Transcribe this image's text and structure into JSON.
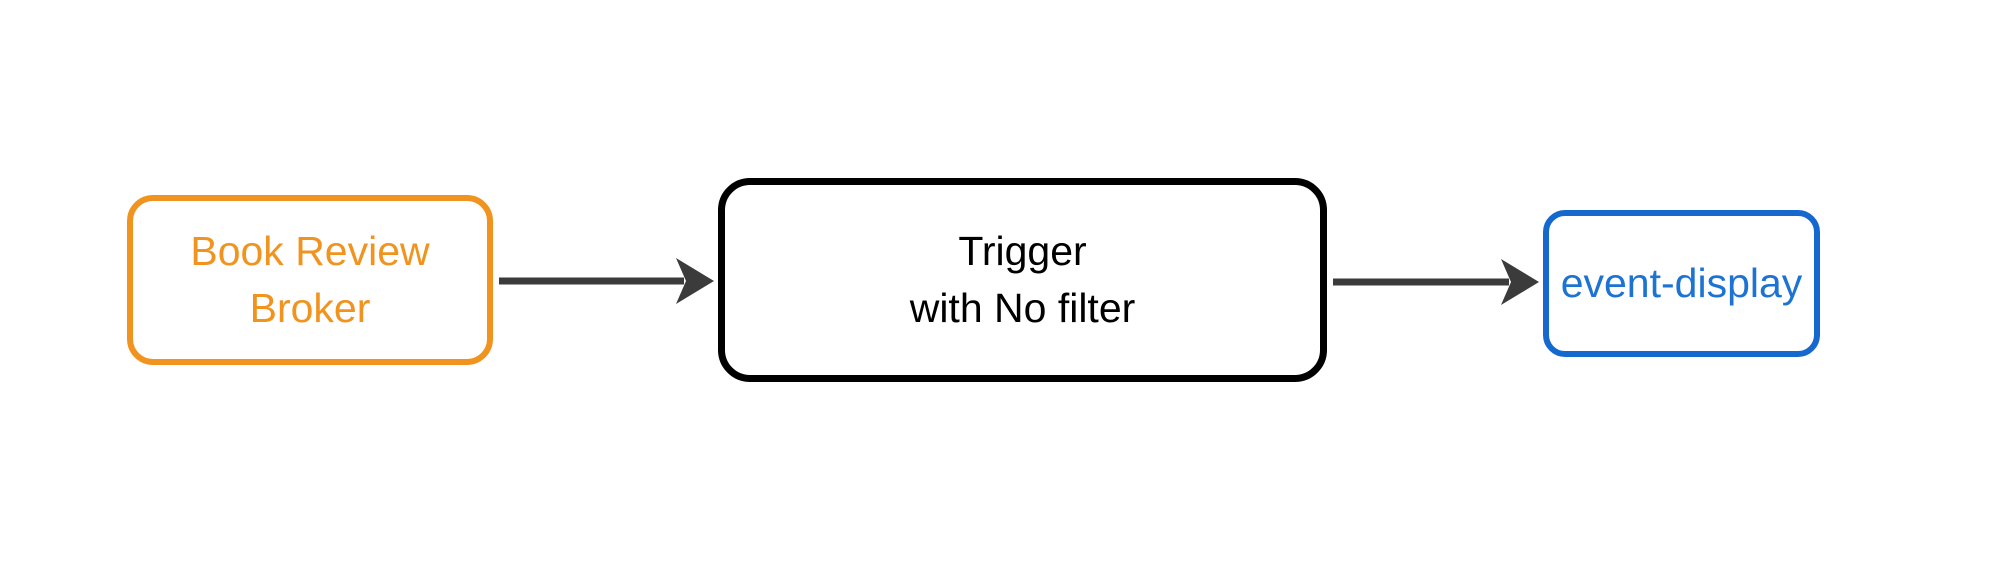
{
  "diagram": {
    "background_color": "#ffffff",
    "arrow_color": "#3B3B3B",
    "nodes": [
      {
        "id": "book-review-broker",
        "label": "Book Review\nBroker",
        "border_color": "#F0941F",
        "text_color": "#F0941F"
      },
      {
        "id": "trigger",
        "label": "Trigger\nwith No filter",
        "border_color": "#000000",
        "text_color": "#000000"
      },
      {
        "id": "event-display",
        "label": "event-display",
        "border_color": "#1568CE",
        "text_color": "#1C73D4"
      }
    ],
    "edges": [
      {
        "from": "book-review-broker",
        "to": "trigger"
      },
      {
        "from": "trigger",
        "to": "event-display"
      }
    ]
  }
}
